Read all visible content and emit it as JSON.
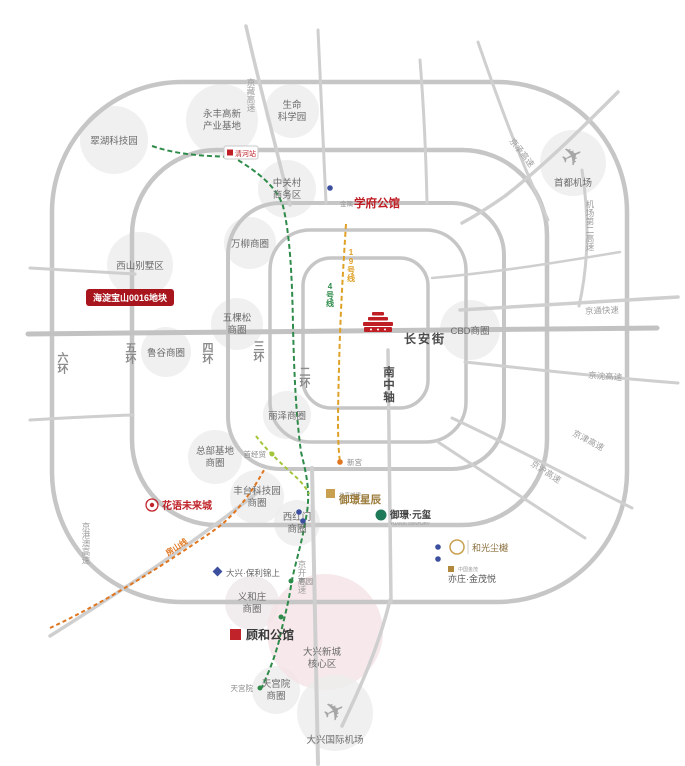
{
  "map": {
    "parcel": "海淀宝山0016地块",
    "landmark_changan": "长安街",
    "landmark_south_axis": "南中轴",
    "rings": [
      "六环",
      "五环",
      "四环",
      "三环",
      "二环"
    ],
    "expressways": [
      "京藏高速",
      "京承高速",
      "机场第二高速",
      "京通快速",
      "京沈高速",
      "京津高速",
      "京沪高速",
      "京开高速",
      "京港澳高速"
    ],
    "metro_lines": [
      {
        "name": "19号线",
        "color": "#dfa026"
      },
      {
        "name": "4号线",
        "color": "#2e8b4a"
      },
      {
        "name": "房山线",
        "color": "#e0761f"
      }
    ],
    "districts": [
      {
        "line1": "翠湖科技园",
        "line2": ""
      },
      {
        "line1": "永丰高新",
        "line2": "产业基地"
      },
      {
        "line1": "生命",
        "line2": "科学园"
      },
      {
        "line1": "中关村",
        "line2": "商务区"
      },
      {
        "line1": "万柳商圈",
        "line2": ""
      },
      {
        "line1": "西山别墅区",
        "line2": ""
      },
      {
        "line1": "五棵松",
        "line2": "商圈"
      },
      {
        "line1": "鲁谷商圈",
        "line2": ""
      },
      {
        "line1": "CBD商圈",
        "line2": ""
      },
      {
        "line1": "丽泽商圈",
        "line2": ""
      },
      {
        "line1": "总部基地",
        "line2": "商圈"
      },
      {
        "line1": "丰台科技园",
        "line2": "商圈"
      },
      {
        "line1": "西红门",
        "line2": "商圈"
      },
      {
        "line1": "义和庄",
        "line2": "商圈"
      },
      {
        "line1": "天宫院",
        "line2": "商圈"
      },
      {
        "line1": "大兴新城",
        "line2": "核心区"
      }
    ],
    "airports": [
      "首都机场",
      "大兴国际机场"
    ],
    "stations": [
      "清河站",
      "首经贸",
      "新宫",
      "枣园",
      "天宫院"
    ],
    "projects": [
      {
        "prefix": "金隅",
        "name": "学府公馆"
      },
      {
        "prefix": "北京城建",
        "name": "御璟星辰"
      },
      {
        "prefix": "",
        "name": "御璟·元玺",
        "sub": "YUANXI CENTURY"
      },
      {
        "prefix": "",
        "name": "花语未来城"
      },
      {
        "prefix": "",
        "name": "大兴·保利锦上"
      },
      {
        "prefix": "",
        "name": "顾和公馆"
      },
      {
        "prefix": "",
        "name": "和光尘樾"
      },
      {
        "prefix": "中国金茂",
        "name": "亦庄·金茂悦"
      }
    ],
    "colors": {
      "road": "#c9c9c9",
      "accent_red": "#bf1e24",
      "parcel_red": "#a8151c",
      "gold": "#c9a050",
      "green": "#2e8b4a",
      "lime": "#a3c53a",
      "orange": "#e0761f",
      "blue": "#3b4f9e"
    }
  }
}
